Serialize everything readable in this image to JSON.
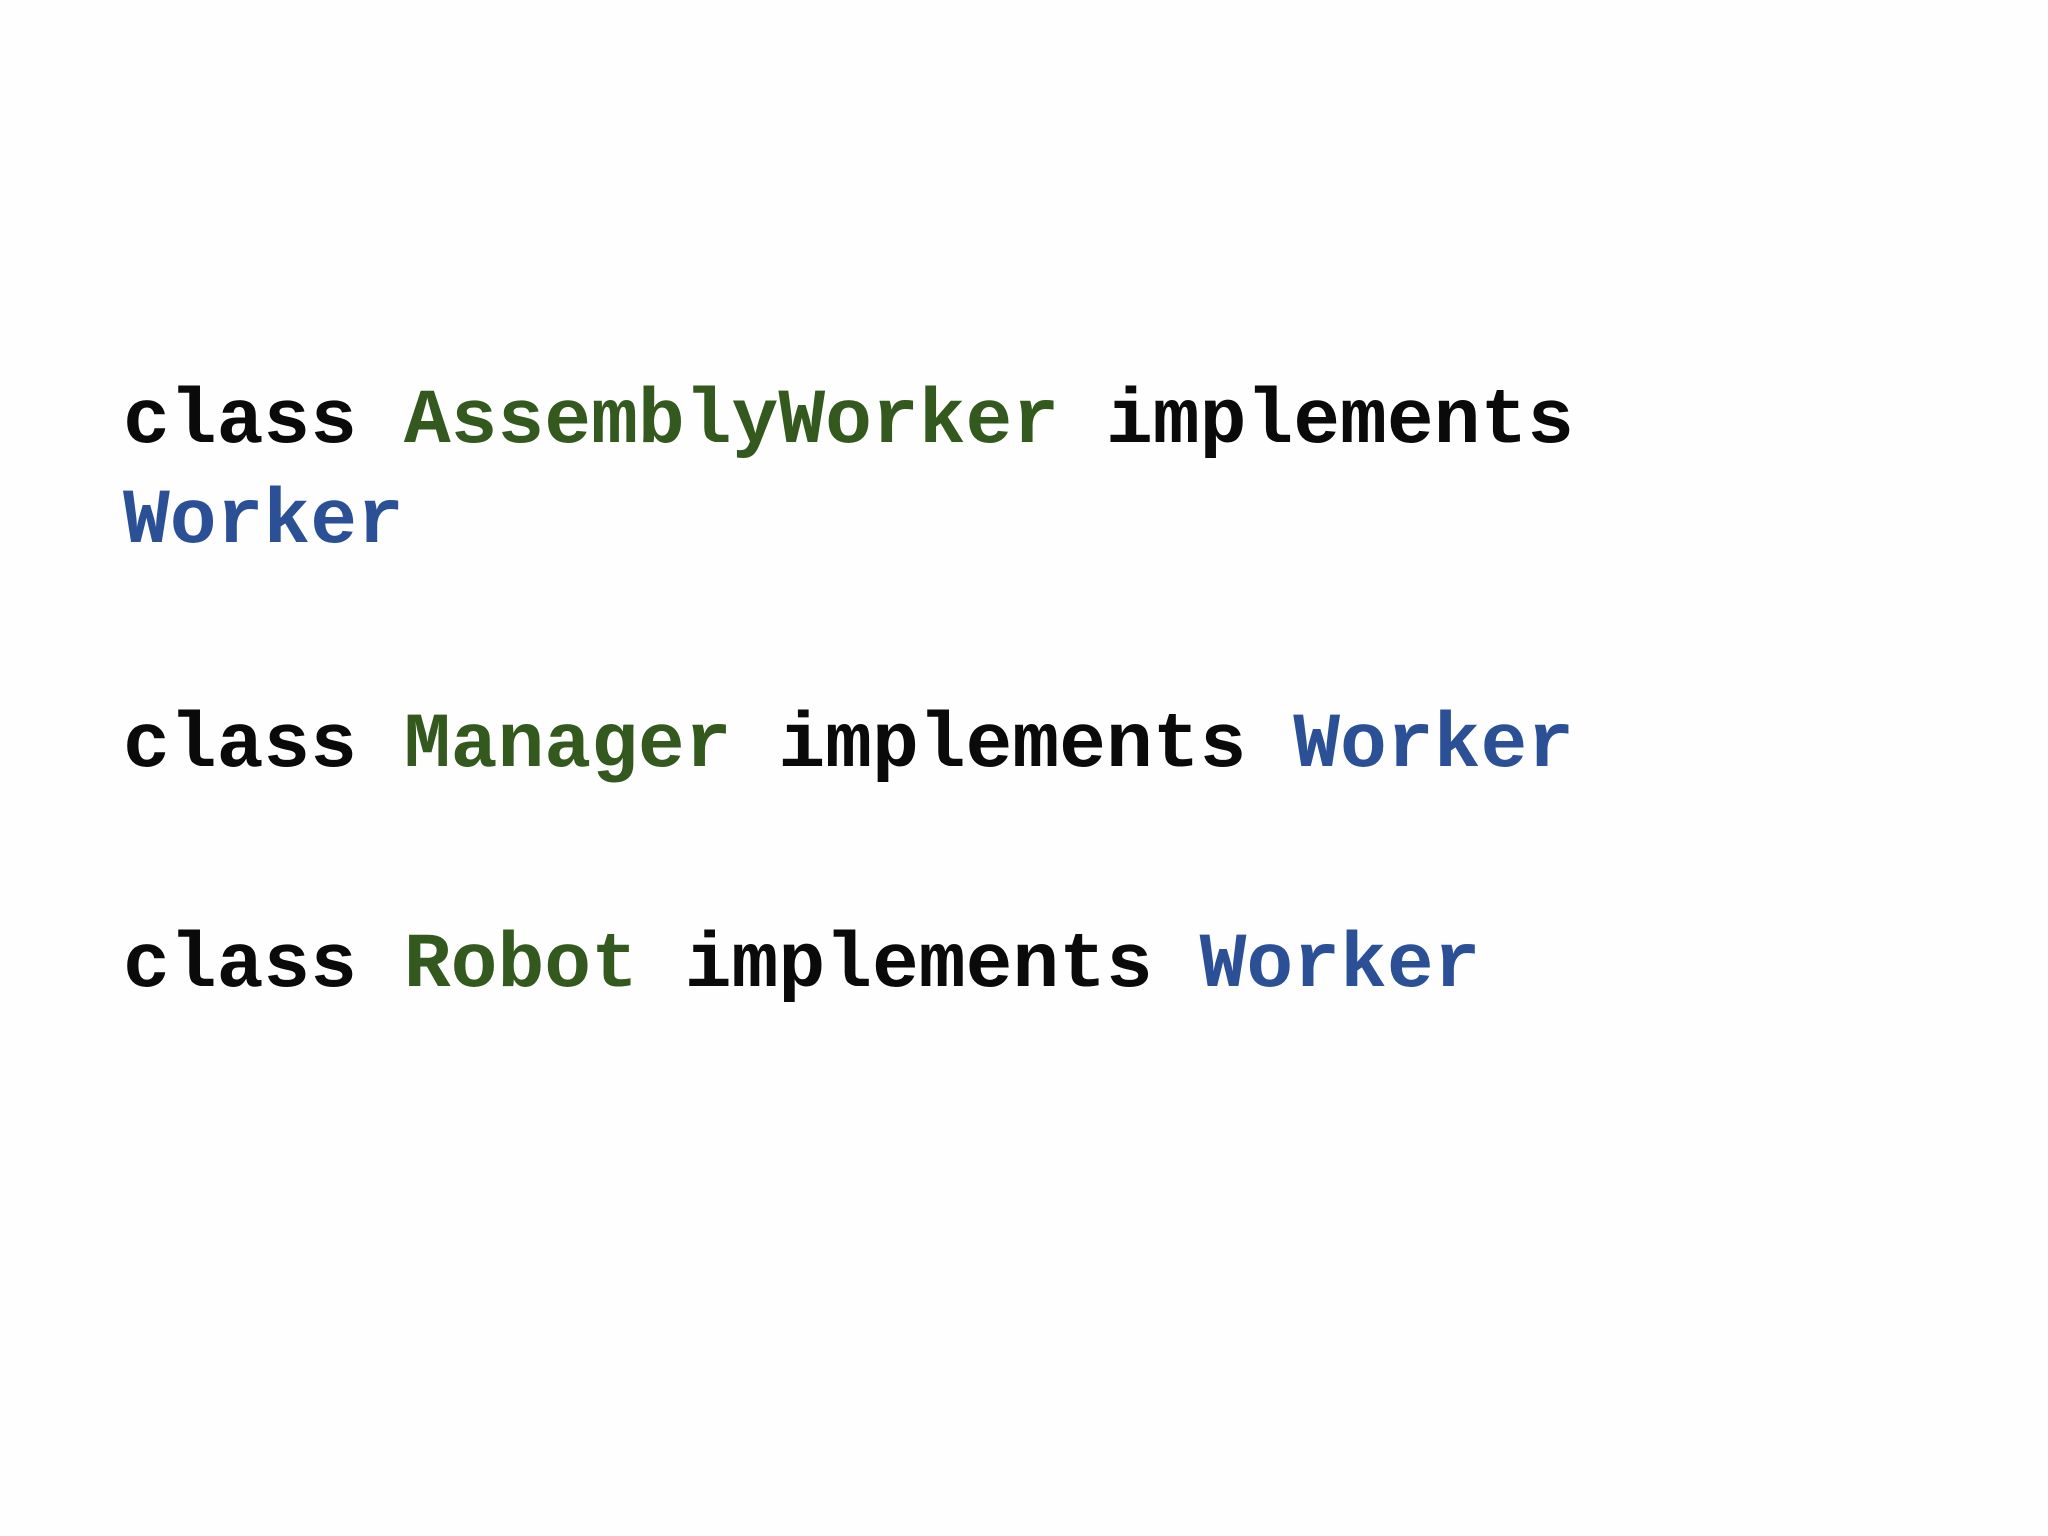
{
  "slide": {
    "background_color": "#fefefe",
    "colors": {
      "keyword": "#0a0a0a",
      "class_name": "#33591e",
      "interface_name": "#2b5096"
    },
    "code_statements": [
      {
        "keyword_class": "class",
        "class_name": "AssemblyWorker",
        "keyword_implements": "implements",
        "interface_name": "Worker"
      },
      {
        "keyword_class": "class",
        "class_name": "Manager",
        "keyword_implements": "implements",
        "interface_name": "Worker"
      },
      {
        "keyword_class": "class",
        "class_name": "Robot",
        "keyword_implements": "implements",
        "interface_name": "Worker"
      }
    ]
  }
}
